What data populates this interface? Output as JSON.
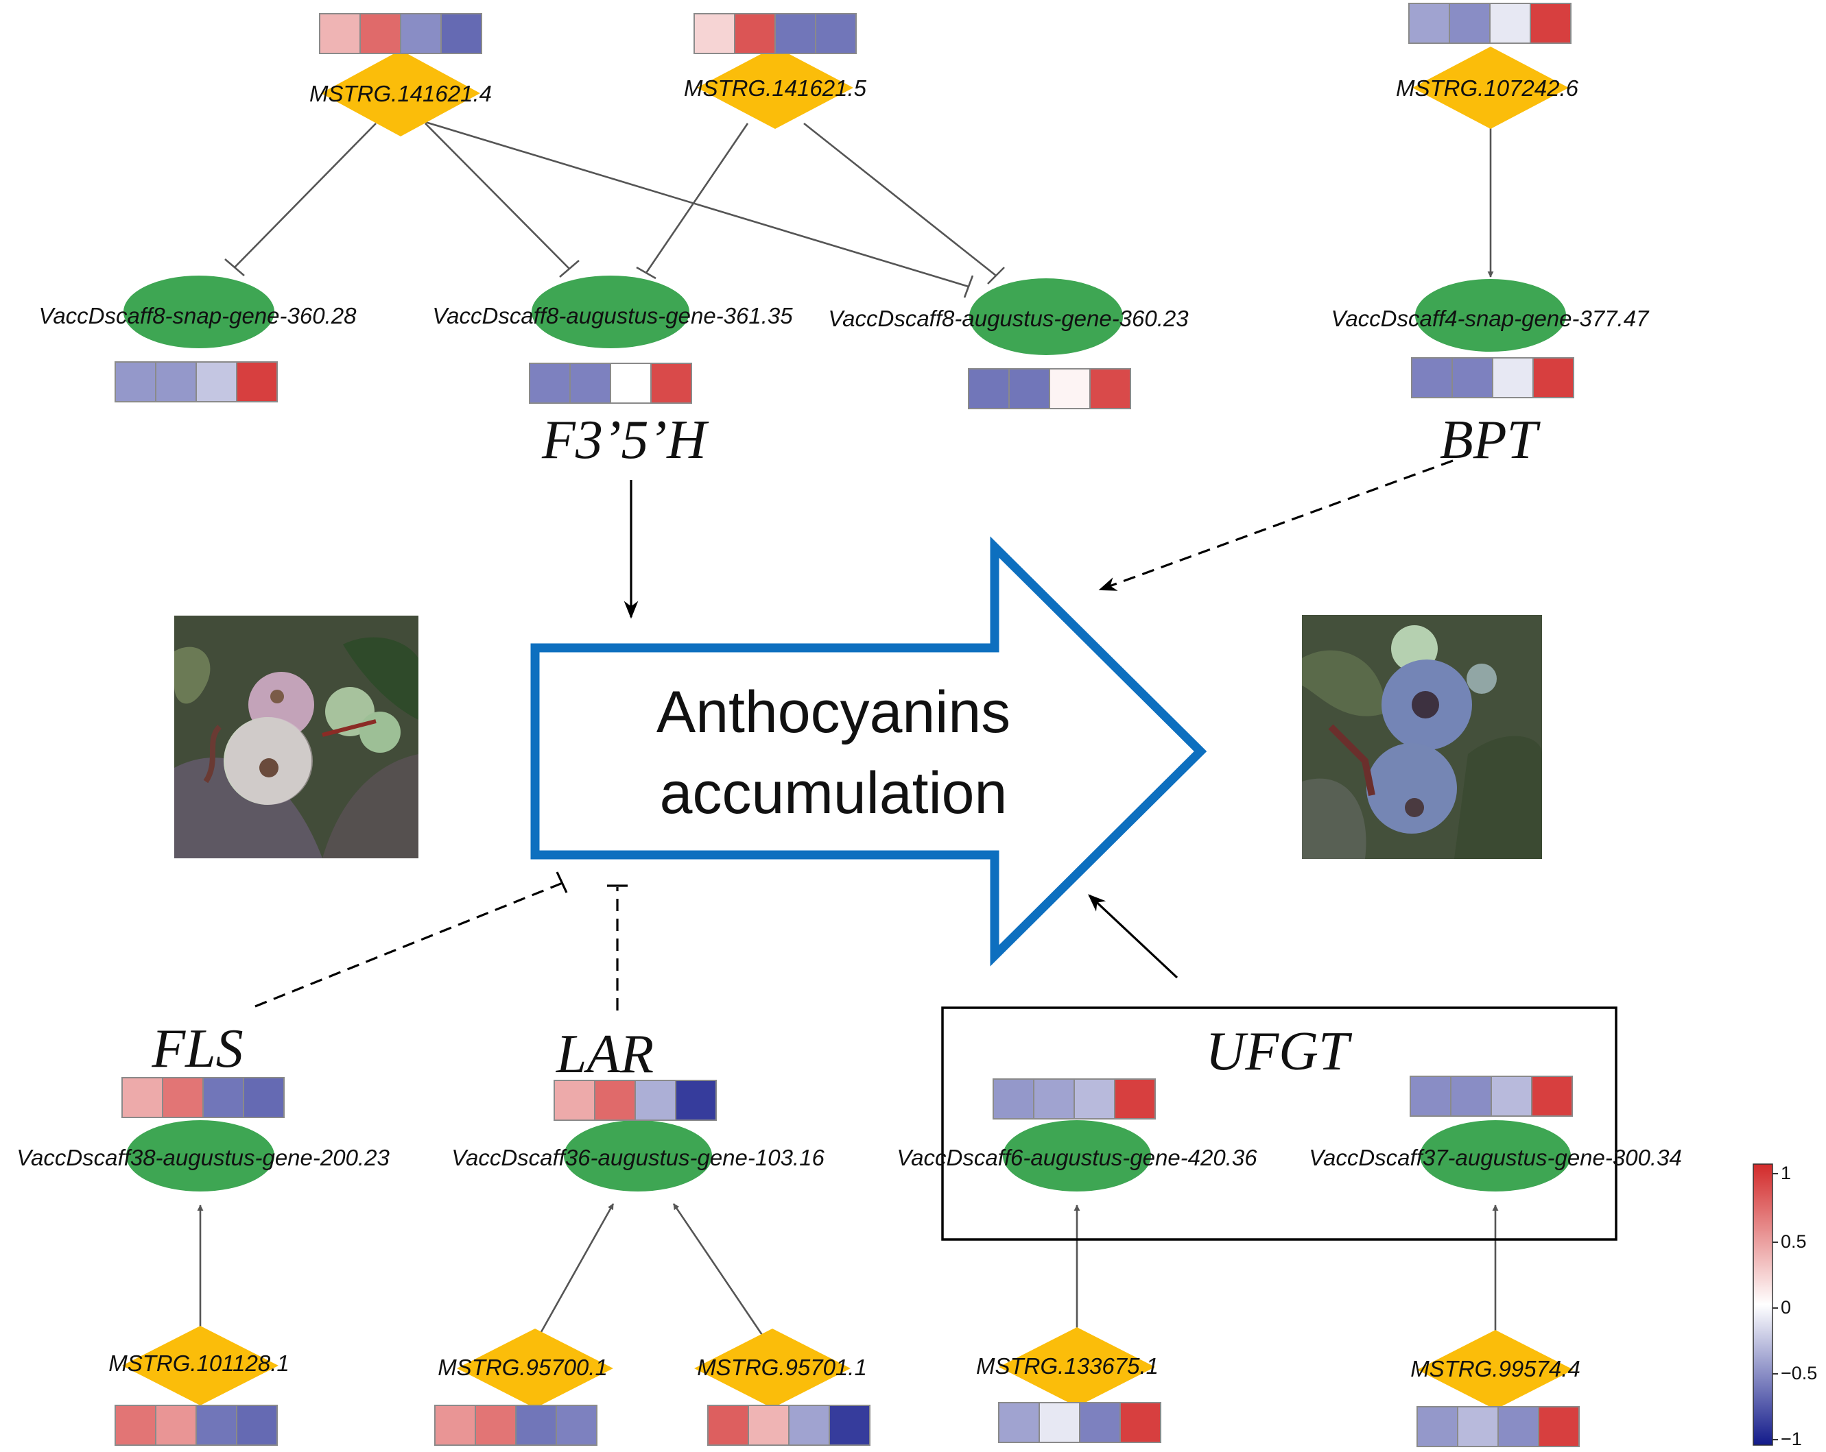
{
  "main_arrow": {
    "line1": "Anthocyanins",
    "line2": "accumulation",
    "stroke": "#0d6fbf"
  },
  "regulators": [
    {
      "id": "r1",
      "label": "MSTRG.141621.4"
    },
    {
      "id": "r2",
      "label": "MSTRG.141621.5"
    },
    {
      "id": "r3",
      "label": "MSTRG.107242.6"
    },
    {
      "id": "r4",
      "label": "MSTRG.101128.1"
    },
    {
      "id": "r5",
      "label": "MSTRG.95700.1"
    },
    {
      "id": "r6",
      "label": "MSTRG.95701.1"
    },
    {
      "id": "r7",
      "label": "MSTRG.133675.1"
    },
    {
      "id": "r8",
      "label": "MSTRG.99574.4"
    }
  ],
  "genes": [
    {
      "id": "g1",
      "label": "VaccDscaff8-snap-gene-360.28"
    },
    {
      "id": "g2",
      "label": "VaccDscaff8-augustus-gene-361.35"
    },
    {
      "id": "g3",
      "label": "VaccDscaff8-augustus-gene-360.23"
    },
    {
      "id": "g4",
      "label": "VaccDscaff4-snap-gene-377.47"
    },
    {
      "id": "g5",
      "label": "VaccDscaff38-augustus-gene-200.23"
    },
    {
      "id": "g6",
      "label": "VaccDscaff36-augustus-gene-103.16"
    },
    {
      "id": "g7",
      "label": "VaccDscaff6-augustus-gene-420.36"
    },
    {
      "id": "g8",
      "label": "VaccDscaff37-augustus-gene-300.34"
    }
  ],
  "gene_groups": {
    "f35h": "F3’5’H",
    "bpt": "BPT",
    "fls": "FLS",
    "lar": "LAR",
    "ufgt": "UFGT"
  },
  "heatmaps": [
    {
      "id": "hm-r1",
      "values": [
        0.35,
        0.7,
        -0.5,
        -0.65
      ]
    },
    {
      "id": "hm-r2",
      "values": [
        0.2,
        0.8,
        -0.6,
        -0.6
      ]
    },
    {
      "id": "hm-r3",
      "values": [
        -0.4,
        -0.5,
        -0.1,
        0.9
      ]
    },
    {
      "id": "hm-g1",
      "values": [
        -0.45,
        -0.45,
        -0.25,
        0.9
      ]
    },
    {
      "id": "hm-g2",
      "values": [
        -0.55,
        -0.55,
        0.0,
        0.85
      ]
    },
    {
      "id": "hm-g3",
      "values": [
        -0.6,
        -0.6,
        0.05,
        0.85
      ]
    },
    {
      "id": "hm-g4",
      "values": [
        -0.55,
        -0.55,
        -0.1,
        0.9
      ]
    },
    {
      "id": "hm-g5",
      "values": [
        0.4,
        0.65,
        -0.6,
        -0.65
      ]
    },
    {
      "id": "hm-g6",
      "values": [
        0.4,
        0.7,
        -0.35,
        -0.85
      ]
    },
    {
      "id": "hm-g7",
      "values": [
        -0.45,
        -0.4,
        -0.3,
        0.9
      ]
    },
    {
      "id": "hm-g8",
      "values": [
        -0.5,
        -0.5,
        -0.3,
        0.9
      ]
    },
    {
      "id": "hm-r4",
      "values": [
        0.65,
        0.5,
        -0.6,
        -0.65
      ]
    },
    {
      "id": "hm-r5",
      "values": [
        0.5,
        0.65,
        -0.6,
        -0.55
      ]
    },
    {
      "id": "hm-r6",
      "values": [
        0.75,
        0.35,
        -0.4,
        -0.85
      ]
    },
    {
      "id": "hm-r7",
      "values": [
        -0.4,
        -0.1,
        -0.55,
        0.9
      ]
    },
    {
      "id": "hm-r8",
      "values": [
        -0.45,
        -0.3,
        -0.5,
        0.9
      ]
    }
  ],
  "colorbar": {
    "ticks": [
      "1",
      "0.5",
      "0",
      "−0.5",
      "−1"
    ],
    "high_color": "#d22a2a",
    "mid_color": "#ffffff",
    "low_color": "#121a8a"
  },
  "colors": {
    "regulator_fill": "#fbbd0a",
    "gene_fill": "#3ea653",
    "edge": "#555555"
  }
}
